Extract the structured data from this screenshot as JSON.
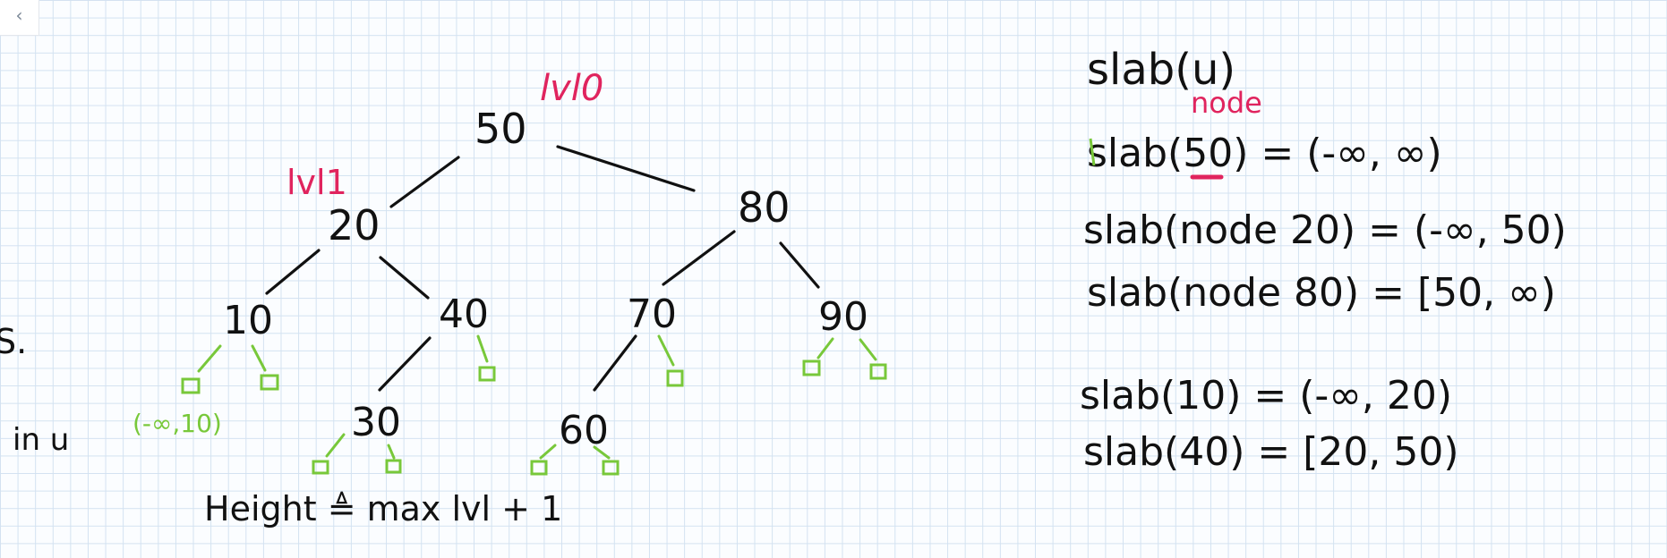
{
  "nav": {
    "back_icon": "chevron-left-icon",
    "back_glyph": "‹"
  },
  "colors": {
    "ink": "#111111",
    "level": "#e0245e",
    "leaf": "#78c83a",
    "grid": "#d3e2f1"
  },
  "tree": {
    "root": "50",
    "nodes": [
      "50",
      "20",
      "80",
      "10",
      "40",
      "70",
      "90",
      "30",
      "60"
    ],
    "level_labels": [
      "lvl0",
      "lvl1"
    ],
    "leaf_interval": "(-∞,10)",
    "height_def": "Height ≜  max lvl + 1",
    "margin_s": "S.",
    "margin_in_u": "in u"
  },
  "notes": {
    "header": "slab(u)",
    "node_caption": "node",
    "line1": "slab(50) = (-∞, ∞)",
    "line2": "slab(node 20) = (-∞, 50)",
    "line3": "slab(node 80) = [50, ∞)",
    "line4": "slab(10) = (-∞, 20)",
    "line5": "slab(40) = [20, 50)"
  }
}
